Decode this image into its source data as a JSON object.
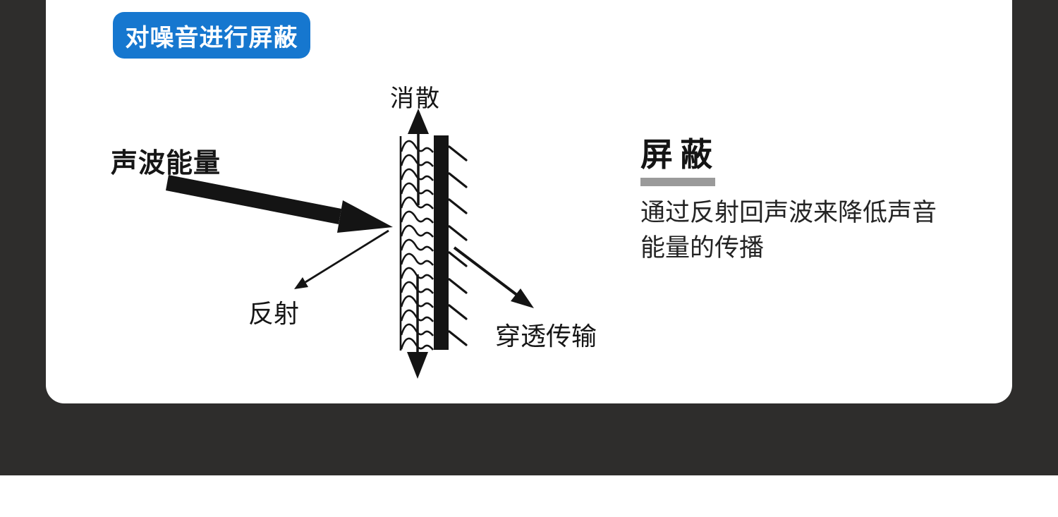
{
  "badge": {
    "label": "对噪音进行屏蔽"
  },
  "diagram": {
    "labels": {
      "dissipation": "消散",
      "sound_energy": "声波能量",
      "reflection": "反射",
      "transmission": "穿透传输"
    },
    "icons": {
      "sound-energy-arrow": "thick black tapered arrow pointing down-right at barrier",
      "reflection-arrow": "thin arrow bouncing down-left from barrier",
      "absorption-waves": "stack of wavy lines inside barrier layer",
      "barrier-front-line": "thin vertical line on front face of barrier",
      "barrier-wall": "thick solid black vertical wall",
      "barrier-hatching": "short diagonal hatch ticks on back of wall",
      "dissipation-up-arrow": "vertical arrow pointing up along barrier",
      "dissipation-down-arrow": "vertical arrow pointing down along barrier",
      "transmission-arrow": "thin arrow passing through wall down-right"
    }
  },
  "shield": {
    "title": "屏蔽",
    "description_lines": [
      "通过反射回声波来降低声音",
      "能量的传播"
    ]
  },
  "colors": {
    "page_background": "#2e2d2c",
    "card_background": "#ffffff",
    "badge_blue": "#1677cf",
    "badge_text": "#ffffff",
    "diagram_ink": "#141414",
    "title_underline_gray": "#9a9a9a",
    "body_text": "#242424"
  }
}
